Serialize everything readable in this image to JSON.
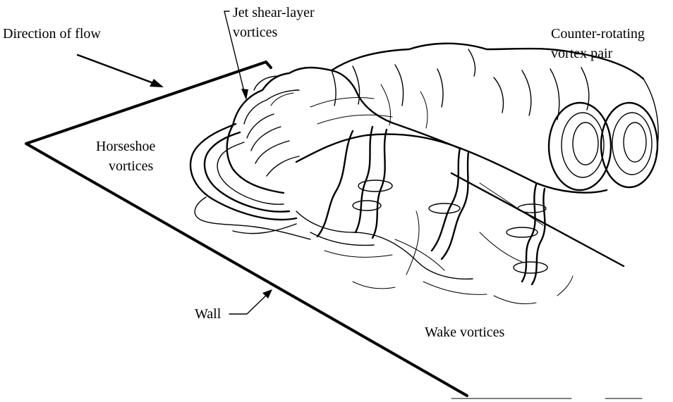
{
  "labels": {
    "direction_of_flow": "Direction of flow",
    "jet_shear_layer_line1": "Jet shear-layer",
    "jet_shear_layer_line2": "vortices",
    "counter_rotating_line1": "Counter-rotating",
    "counter_rotating_line2": "vortex pair",
    "horseshoe_line1": "Horseshoe",
    "horseshoe_line2": "vortices",
    "wall": "Wall",
    "wake_vortices": "Wake vortices"
  },
  "colors": {
    "ink": "#000000",
    "background": "#ffffff"
  }
}
